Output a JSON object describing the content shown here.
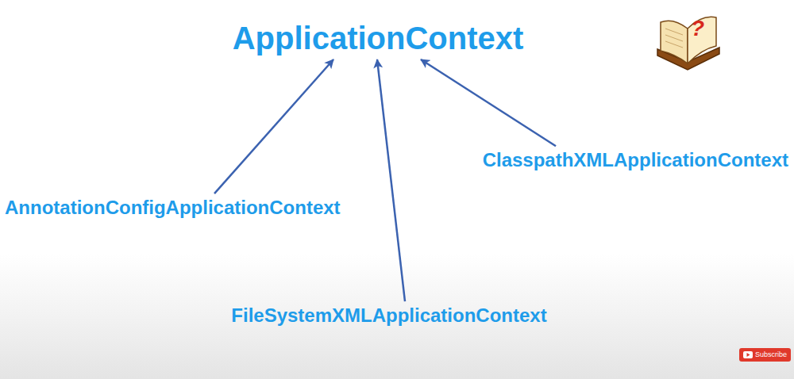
{
  "diagram": {
    "nodes": [
      {
        "text": [
          "ApplicationContext"
        ]
      },
      {
        "text": [
          "AnnotationConfigApplicationContext"
        ]
      },
      {
        "text": [
          "FileSystemXMLApplicationContext"
        ]
      },
      {
        "text": [
          "ClasspathXMLApplicationContext"
        ]
      }
    ],
    "edges": [
      {
        "from": 1,
        "to": 0,
        "arrow": "to"
      },
      {
        "from": 2,
        "to": 0,
        "arrow": "to"
      },
      {
        "from": 3,
        "to": 0,
        "arrow": "to"
      }
    ],
    "labels": [
      "?",
      "Subscribe"
    ]
  }
}
